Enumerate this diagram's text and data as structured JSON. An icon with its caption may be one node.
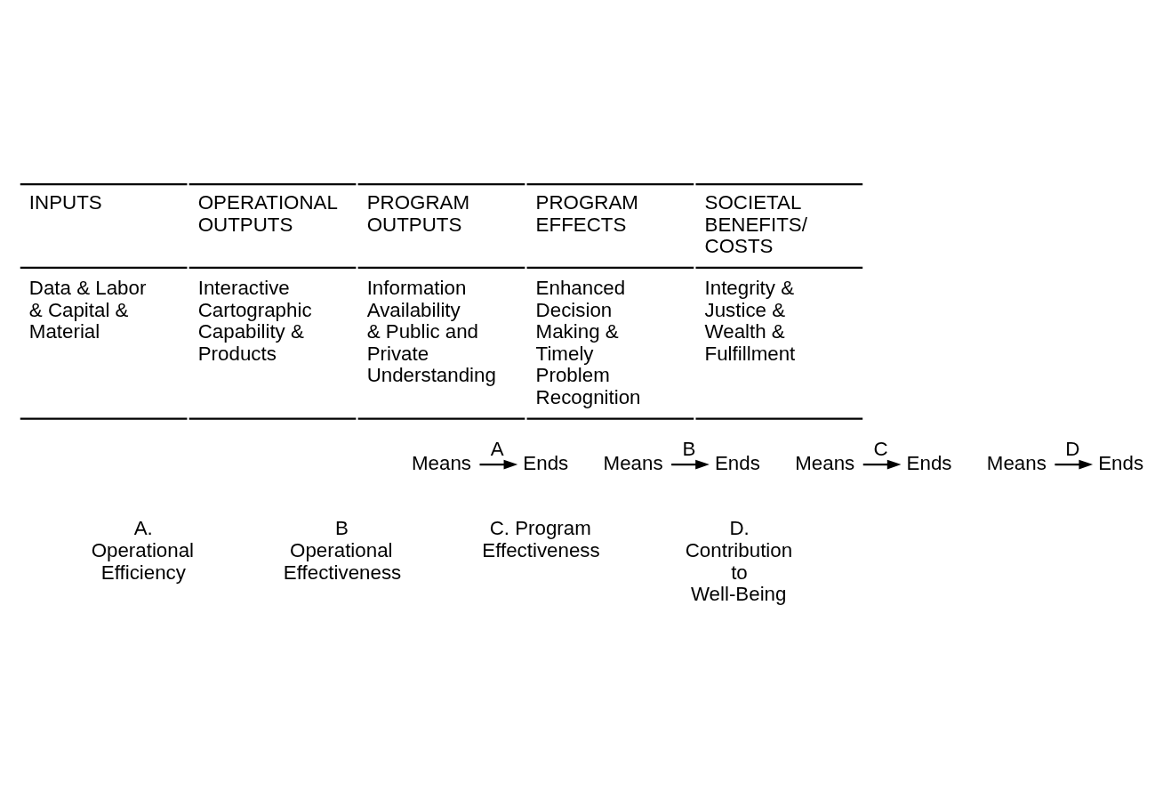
{
  "diagram": {
    "nodes": [
      {
        "text": [
          "Means"
        ]
      },
      {
        "text": [
          "Ends"
        ]
      },
      {
        "text": [
          "Means"
        ]
      },
      {
        "text": [
          "Ends"
        ]
      },
      {
        "text": [
          "Means"
        ]
      },
      {
        "text": [
          "Ends"
        ]
      },
      {
        "text": [
          "Means"
        ]
      },
      {
        "text": [
          "Ends"
        ]
      }
    ],
    "edges": [
      {
        "from": 0,
        "to": 1,
        "arrow": "to",
        "label": "A"
      },
      {
        "from": 2,
        "to": 3,
        "arrow": "to",
        "label": "B"
      },
      {
        "from": 4,
        "to": 5,
        "arrow": "to",
        "label": "C"
      },
      {
        "from": 6,
        "to": 7,
        "arrow": "to",
        "label": "D"
      }
    ],
    "labels": [
      "INPUTS",
      "OPERATIONAL OUTPUTS",
      "PROGRAM OUTPUTS",
      "PROGRAM EFFECTS",
      "SOCIETAL BENEFITS/ COSTS",
      "Data & Labor & Capital & Material",
      "Interactive Cartographic Capability & Products",
      "Information Availability & Public and Private Understanding",
      "Enhanced Decision Making & Timely Problem Recognition",
      "Integrity & Justice & Wealth & Fulfillment",
      "A. Operational Efficiency",
      "B Operational Effectiveness",
      "C. Program Effectiveness",
      "D. Contribution to Well-Being"
    ]
  }
}
